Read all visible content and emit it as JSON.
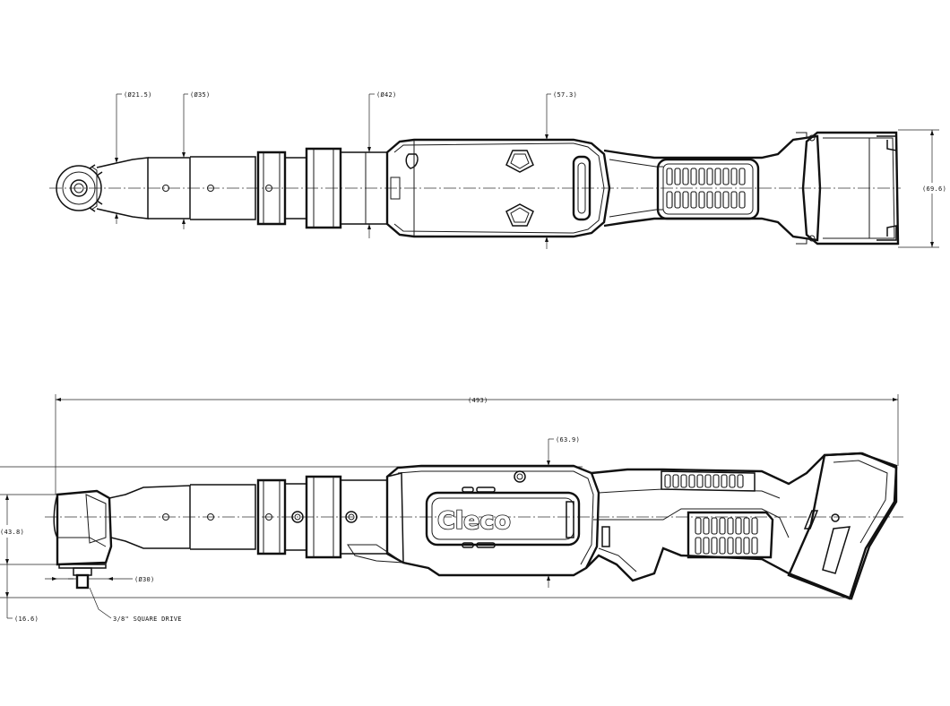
{
  "top_view": {
    "dimensions": {
      "head_diameter": "(Ø21.5)",
      "neck_diameter": "(Ø35)",
      "body_diameter": "(Ø42)",
      "motor_width": "(57.3)",
      "battery_height": "(69.6)"
    }
  },
  "side_view": {
    "brand_logo": "Cleco",
    "dimensions": {
      "overall_length": "(493)",
      "motor_height": "(63.9)",
      "head_height": "(43.8)",
      "drive_diameter": "(Ø30)",
      "drive_offset": "(16.6)"
    },
    "callout": "3/8\" SQUARE DRIVE"
  },
  "colors": {
    "line": "#111111",
    "background": "#ffffff"
  }
}
